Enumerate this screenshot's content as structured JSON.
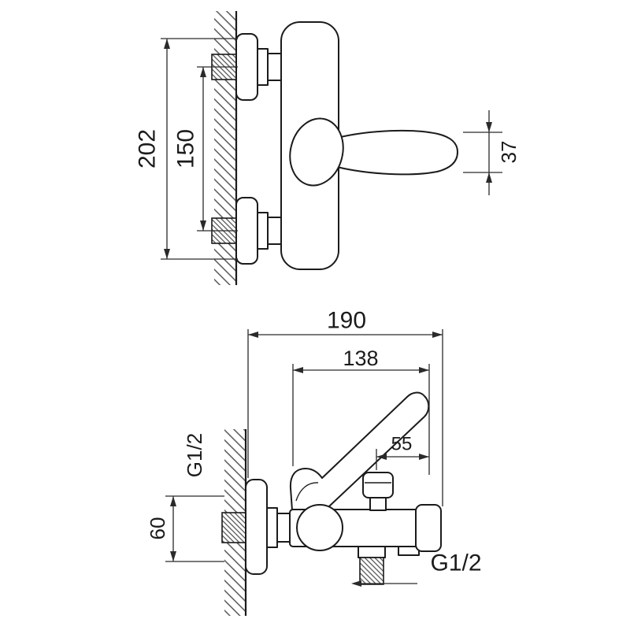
{
  "colors": {
    "ink": "#1b1b1b",
    "background": "#ffffff"
  },
  "dimensions": {
    "side_view": {
      "overall_height": "202",
      "inlet_spacing": "150",
      "handle_end_width": "37"
    },
    "front_view": {
      "overall_width": "190",
      "body_to_lever_width": "138",
      "lever_tip_offset": "55",
      "inlet_thread": "G1/2",
      "mount_height": "60",
      "outlet_thread": "G1/2"
    }
  }
}
